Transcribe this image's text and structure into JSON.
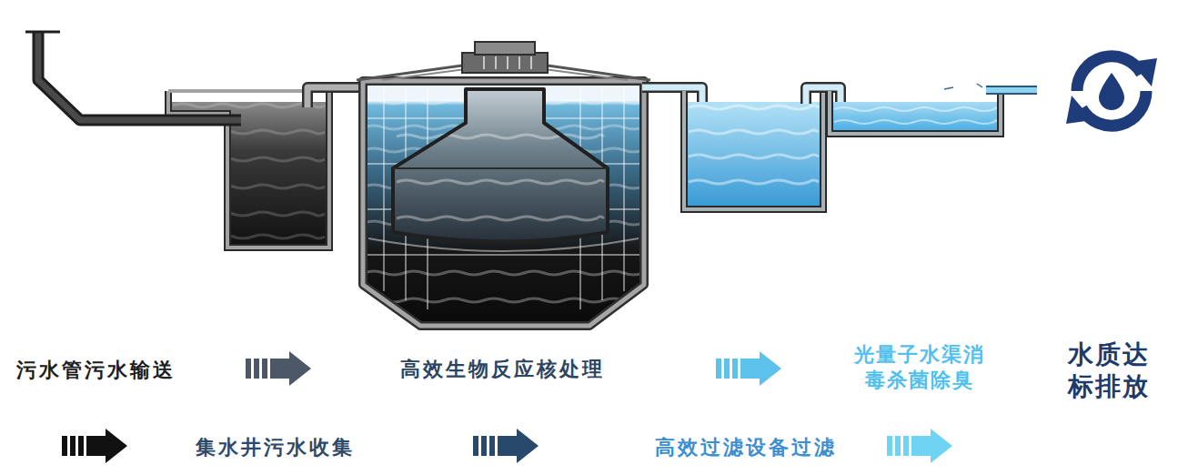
{
  "diagram": {
    "labels": [
      "污水管污水输送",
      "高效生物反应核处理",
      "光量子水渠消 毒杀菌除臭",
      "水质达 标排放",
      "集水井污水收集",
      "高效过滤设备过滤"
    ]
  }
}
